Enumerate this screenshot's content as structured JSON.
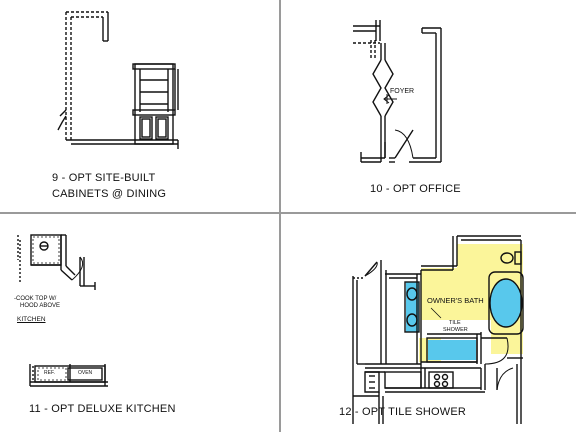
{
  "panels": [
    {
      "caption_line1": "9 - OPT SITE-BUILT",
      "caption_line2": "CABINETS @ DINING"
    },
    {
      "caption": "10 - OPT OFFICE",
      "room_label": "FOYER"
    },
    {
      "caption": "11 - OPT DELUXE KITCHEN",
      "note_line1": "-COOK TOP W/",
      "note_line2": "HOOD ABOVE",
      "room_label": "KITCHEN",
      "ref_label": "REF.",
      "oven_label": "OVEN"
    },
    {
      "caption": "12 - OPT TILE SHOWER",
      "room_label": "OWNER'S BATH",
      "shower_line1": "TILE",
      "shower_line2": "SHOWER"
    }
  ],
  "colors": {
    "accent_yellow": "#fbf59a",
    "accent_blue": "#58c8ec",
    "line": "#111111",
    "divider": "#9a9a9a"
  }
}
